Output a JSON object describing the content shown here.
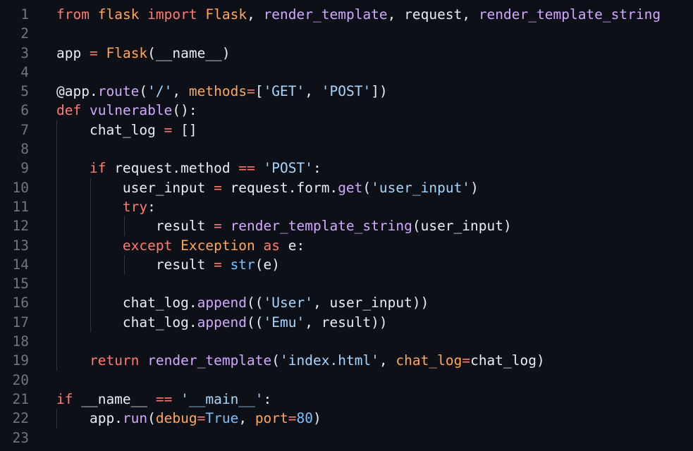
{
  "editor": {
    "lines": [
      {
        "n": "1",
        "tokens": [
          {
            "t": "from",
            "c": "kw"
          },
          {
            "t": " ",
            "c": "plain"
          },
          {
            "t": "flask",
            "c": "cls"
          },
          {
            "t": " ",
            "c": "plain"
          },
          {
            "t": "import",
            "c": "kw"
          },
          {
            "t": " ",
            "c": "plain"
          },
          {
            "t": "Flask",
            "c": "cls"
          },
          {
            "t": ", ",
            "c": "plain"
          },
          {
            "t": "render_template",
            "c": "fn"
          },
          {
            "t": ", request, ",
            "c": "plain"
          },
          {
            "t": "render_template_string",
            "c": "fn"
          }
        ]
      },
      {
        "n": "2",
        "tokens": []
      },
      {
        "n": "3",
        "tokens": [
          {
            "t": "app ",
            "c": "plain"
          },
          {
            "t": "=",
            "c": "op"
          },
          {
            "t": " ",
            "c": "plain"
          },
          {
            "t": "Flask",
            "c": "cls"
          },
          {
            "t": "(__name__)",
            "c": "plain"
          }
        ]
      },
      {
        "n": "4",
        "tokens": []
      },
      {
        "n": "5",
        "tokens": [
          {
            "t": "@app.",
            "c": "plain"
          },
          {
            "t": "route",
            "c": "fn"
          },
          {
            "t": "(",
            "c": "plain"
          },
          {
            "t": "'/'",
            "c": "str"
          },
          {
            "t": ", ",
            "c": "plain"
          },
          {
            "t": "methods",
            "c": "kwarg"
          },
          {
            "t": "=",
            "c": "op"
          },
          {
            "t": "[",
            "c": "plain"
          },
          {
            "t": "'GET'",
            "c": "str"
          },
          {
            "t": ", ",
            "c": "plain"
          },
          {
            "t": "'POST'",
            "c": "str"
          },
          {
            "t": "])",
            "c": "plain"
          }
        ]
      },
      {
        "n": "6",
        "tokens": [
          {
            "t": "def",
            "c": "kw"
          },
          {
            "t": " ",
            "c": "plain"
          },
          {
            "t": "vulnerable",
            "c": "fn"
          },
          {
            "t": "():",
            "c": "plain"
          }
        ]
      },
      {
        "n": "7",
        "tokens": [
          {
            "t": "    chat_log ",
            "c": "plain"
          },
          {
            "t": "=",
            "c": "op"
          },
          {
            "t": " []",
            "c": "plain"
          }
        ]
      },
      {
        "n": "8",
        "tokens": []
      },
      {
        "n": "9",
        "tokens": [
          {
            "t": "    ",
            "c": "plain"
          },
          {
            "t": "if",
            "c": "kw"
          },
          {
            "t": " request.method ",
            "c": "plain"
          },
          {
            "t": "==",
            "c": "op"
          },
          {
            "t": " ",
            "c": "plain"
          },
          {
            "t": "'POST'",
            "c": "str"
          },
          {
            "t": ":",
            "c": "plain"
          }
        ]
      },
      {
        "n": "10",
        "tokens": [
          {
            "t": "        user_input ",
            "c": "plain"
          },
          {
            "t": "=",
            "c": "op"
          },
          {
            "t": " request.form.",
            "c": "plain"
          },
          {
            "t": "get",
            "c": "fn"
          },
          {
            "t": "(",
            "c": "plain"
          },
          {
            "t": "'user_input'",
            "c": "str"
          },
          {
            "t": ")",
            "c": "plain"
          }
        ]
      },
      {
        "n": "11",
        "tokens": [
          {
            "t": "        ",
            "c": "plain"
          },
          {
            "t": "try",
            "c": "kw"
          },
          {
            "t": ":",
            "c": "plain"
          }
        ]
      },
      {
        "n": "12",
        "tokens": [
          {
            "t": "            result ",
            "c": "plain"
          },
          {
            "t": "=",
            "c": "op"
          },
          {
            "t": " ",
            "c": "plain"
          },
          {
            "t": "render_template_string",
            "c": "fn"
          },
          {
            "t": "(user_input)",
            "c": "plain"
          }
        ]
      },
      {
        "n": "13",
        "tokens": [
          {
            "t": "        ",
            "c": "plain"
          },
          {
            "t": "except",
            "c": "kw"
          },
          {
            "t": " ",
            "c": "plain"
          },
          {
            "t": "Exception",
            "c": "cls"
          },
          {
            "t": " ",
            "c": "plain"
          },
          {
            "t": "as",
            "c": "kw"
          },
          {
            "t": " e:",
            "c": "plain"
          }
        ]
      },
      {
        "n": "14",
        "tokens": [
          {
            "t": "            result ",
            "c": "plain"
          },
          {
            "t": "=",
            "c": "op"
          },
          {
            "t": " ",
            "c": "plain"
          },
          {
            "t": "str",
            "c": "builtin"
          },
          {
            "t": "(e)",
            "c": "plain"
          }
        ]
      },
      {
        "n": "15",
        "tokens": []
      },
      {
        "n": "16",
        "tokens": [
          {
            "t": "        chat_log.",
            "c": "plain"
          },
          {
            "t": "append",
            "c": "fn"
          },
          {
            "t": "((",
            "c": "plain"
          },
          {
            "t": "'User'",
            "c": "str"
          },
          {
            "t": ", user_input))",
            "c": "plain"
          }
        ]
      },
      {
        "n": "17",
        "tokens": [
          {
            "t": "        chat_log.",
            "c": "plain"
          },
          {
            "t": "append",
            "c": "fn"
          },
          {
            "t": "((",
            "c": "plain"
          },
          {
            "t": "'Emu'",
            "c": "str"
          },
          {
            "t": ", result))",
            "c": "plain"
          }
        ]
      },
      {
        "n": "18",
        "tokens": []
      },
      {
        "n": "19",
        "tokens": [
          {
            "t": "    ",
            "c": "plain"
          },
          {
            "t": "return",
            "c": "kw"
          },
          {
            "t": " ",
            "c": "plain"
          },
          {
            "t": "render_template",
            "c": "fn"
          },
          {
            "t": "(",
            "c": "plain"
          },
          {
            "t": "'index.html'",
            "c": "str"
          },
          {
            "t": ", ",
            "c": "plain"
          },
          {
            "t": "chat_log",
            "c": "kwarg"
          },
          {
            "t": "=",
            "c": "op"
          },
          {
            "t": "chat_log)",
            "c": "plain"
          }
        ]
      },
      {
        "n": "20",
        "tokens": []
      },
      {
        "n": "21",
        "tokens": [
          {
            "t": "if",
            "c": "kw"
          },
          {
            "t": " __name__ ",
            "c": "plain"
          },
          {
            "t": "==",
            "c": "op"
          },
          {
            "t": " ",
            "c": "plain"
          },
          {
            "t": "'__main__'",
            "c": "str"
          },
          {
            "t": ":",
            "c": "plain"
          }
        ]
      },
      {
        "n": "22",
        "tokens": [
          {
            "t": "    app.",
            "c": "plain"
          },
          {
            "t": "run",
            "c": "fn"
          },
          {
            "t": "(",
            "c": "plain"
          },
          {
            "t": "debug",
            "c": "kwarg"
          },
          {
            "t": "=",
            "c": "op"
          },
          {
            "t": "True",
            "c": "builtin"
          },
          {
            "t": ", ",
            "c": "plain"
          },
          {
            "t": "port",
            "c": "kwarg"
          },
          {
            "t": "=",
            "c": "op"
          },
          {
            "t": "80",
            "c": "builtin"
          },
          {
            "t": ")",
            "c": "plain"
          }
        ]
      },
      {
        "n": "23",
        "tokens": []
      }
    ]
  },
  "colors": {
    "background": "#0d1117",
    "line_number": "#6e7681",
    "keyword": "#ff7b72",
    "class_or_module": "#ffa657",
    "function": "#d2a8ff",
    "string": "#a5d6ff",
    "constant": "#79c0ff",
    "text": "#e6edf3",
    "indent_guide": "#30363d"
  }
}
